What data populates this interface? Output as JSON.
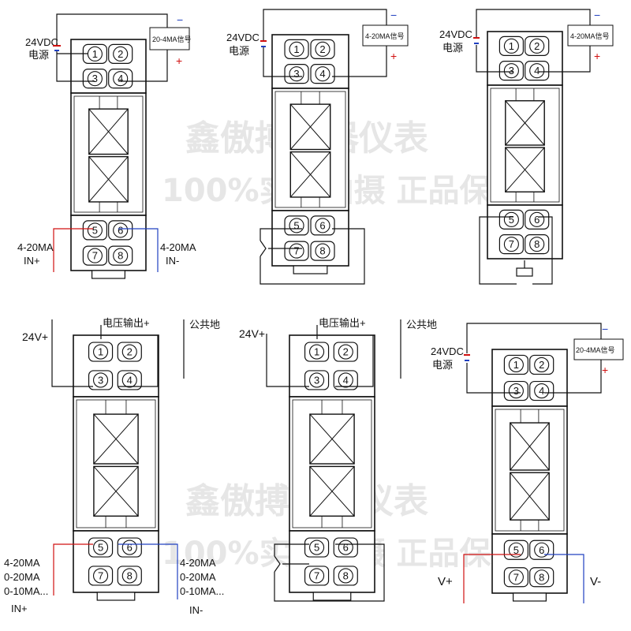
{
  "watermark": {
    "line1": "鑫傲搏仪器仪表",
    "line2": "100%实物拍摄 正品保障",
    "line1_bottom": "鑫傲搏仪器仪表",
    "line2_bottom": "100%实物拍摄 正品保障"
  },
  "terminals": [
    "1",
    "2",
    "3",
    "4",
    "5",
    "6",
    "7",
    "8"
  ],
  "diagrams": {
    "d1": {
      "power": "24VDC",
      "power2": "电源",
      "signal": "20-4MA信号",
      "minus": "−",
      "plus": "+",
      "in_left": "4-20MA",
      "in_left2": "IN+",
      "in_right": "4-20MA",
      "in_right2": "IN-"
    },
    "d2": {
      "power": "24VDC",
      "power2": "电源",
      "signal": "4-20MA信号",
      "minus": "−",
      "plus": "+"
    },
    "d3": {
      "power": "24VDC",
      "power2": "电源",
      "signal": "4-20MA信号",
      "minus": "−",
      "plus": "+"
    },
    "d4": {
      "supply": "24V+",
      "vout": "电压输出+",
      "gnd": "公共地",
      "in_a": "4-20MA",
      "in_b": "0-20MA",
      "in_c": "0-10MA...",
      "in_pos": "IN+",
      "r_a": "4-20MA",
      "r_b": "0-20MA",
      "r_c": "0-10MA...",
      "in_neg": "IN-"
    },
    "d5": {
      "supply": "24V+",
      "vout": "电压输出+",
      "gnd": "公共地"
    },
    "d6": {
      "power": "24VDC",
      "power2": "电源",
      "signal": "20-4MA信号",
      "minus": "−",
      "plus": "+",
      "vpos": "V+",
      "vneg": "V-"
    }
  }
}
